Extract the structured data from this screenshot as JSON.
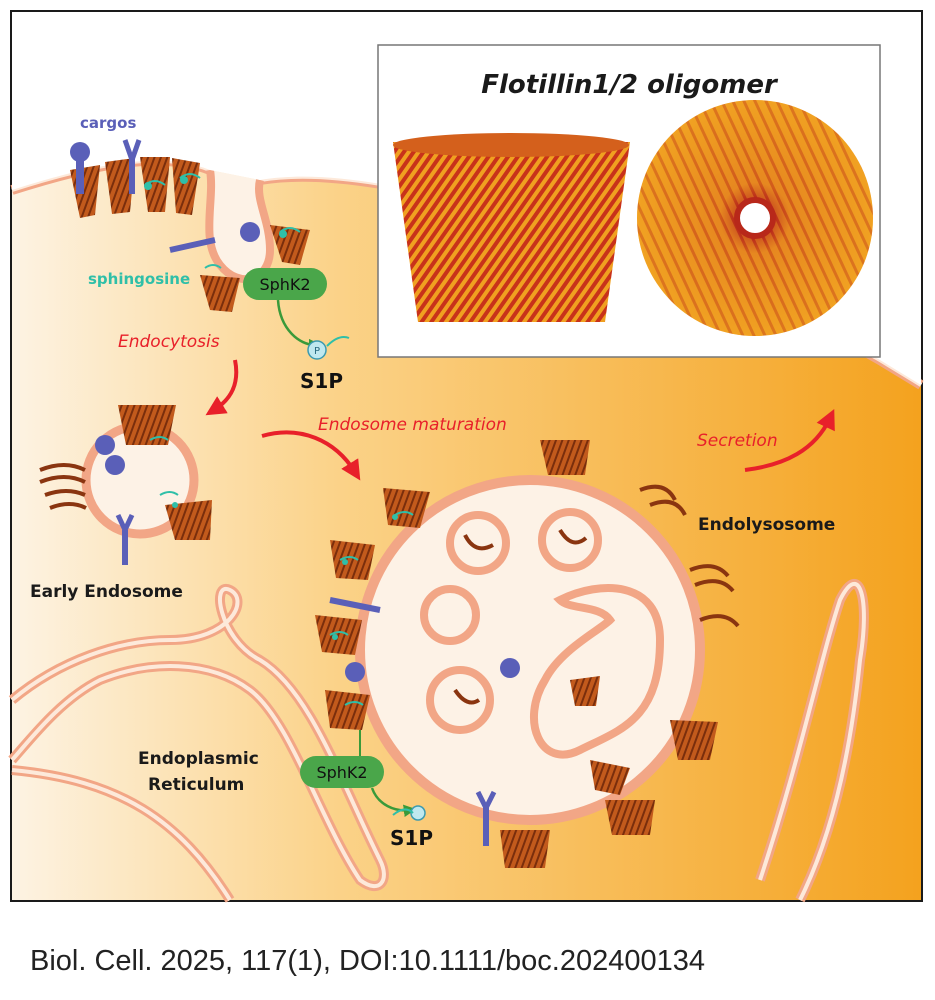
{
  "diagram": {
    "inset_title": "Flotillin1/2 oligomer",
    "labels": {
      "cargos": "cargos",
      "sphingosine": "sphingosine",
      "sphk2_top": "SphK2",
      "sphk2_bottom": "SphK2",
      "s1p_top": "S1P",
      "s1p_bottom": "S1P",
      "phosphate": "P",
      "endocytosis": "Endocytosis",
      "endosome_maturation": "Endosome maturation",
      "secretion": "Secretion",
      "early_endosome": "Early Endosome",
      "endolysosome": "Endolysosome",
      "er_line1": "Endoplasmic",
      "er_line2": "Reticulum"
    }
  },
  "citation": "Biol. Cell. 2025, 117(1), DOI:10.1111/boc.202400134",
  "colors": {
    "cytoplasm_light": "#fdf3e3",
    "cytoplasm_dark": "#f4a21e",
    "membrane_outer": "#f2a686",
    "membrane_fill": "#fde9da",
    "lumen": "#fdf2e6",
    "flotillin": "#b54a12",
    "cargo": "#5a5fb8",
    "sphingosine": "#2fbfa8",
    "sphk2": "#4aa64a",
    "arrow_red": "#e8202a"
  }
}
